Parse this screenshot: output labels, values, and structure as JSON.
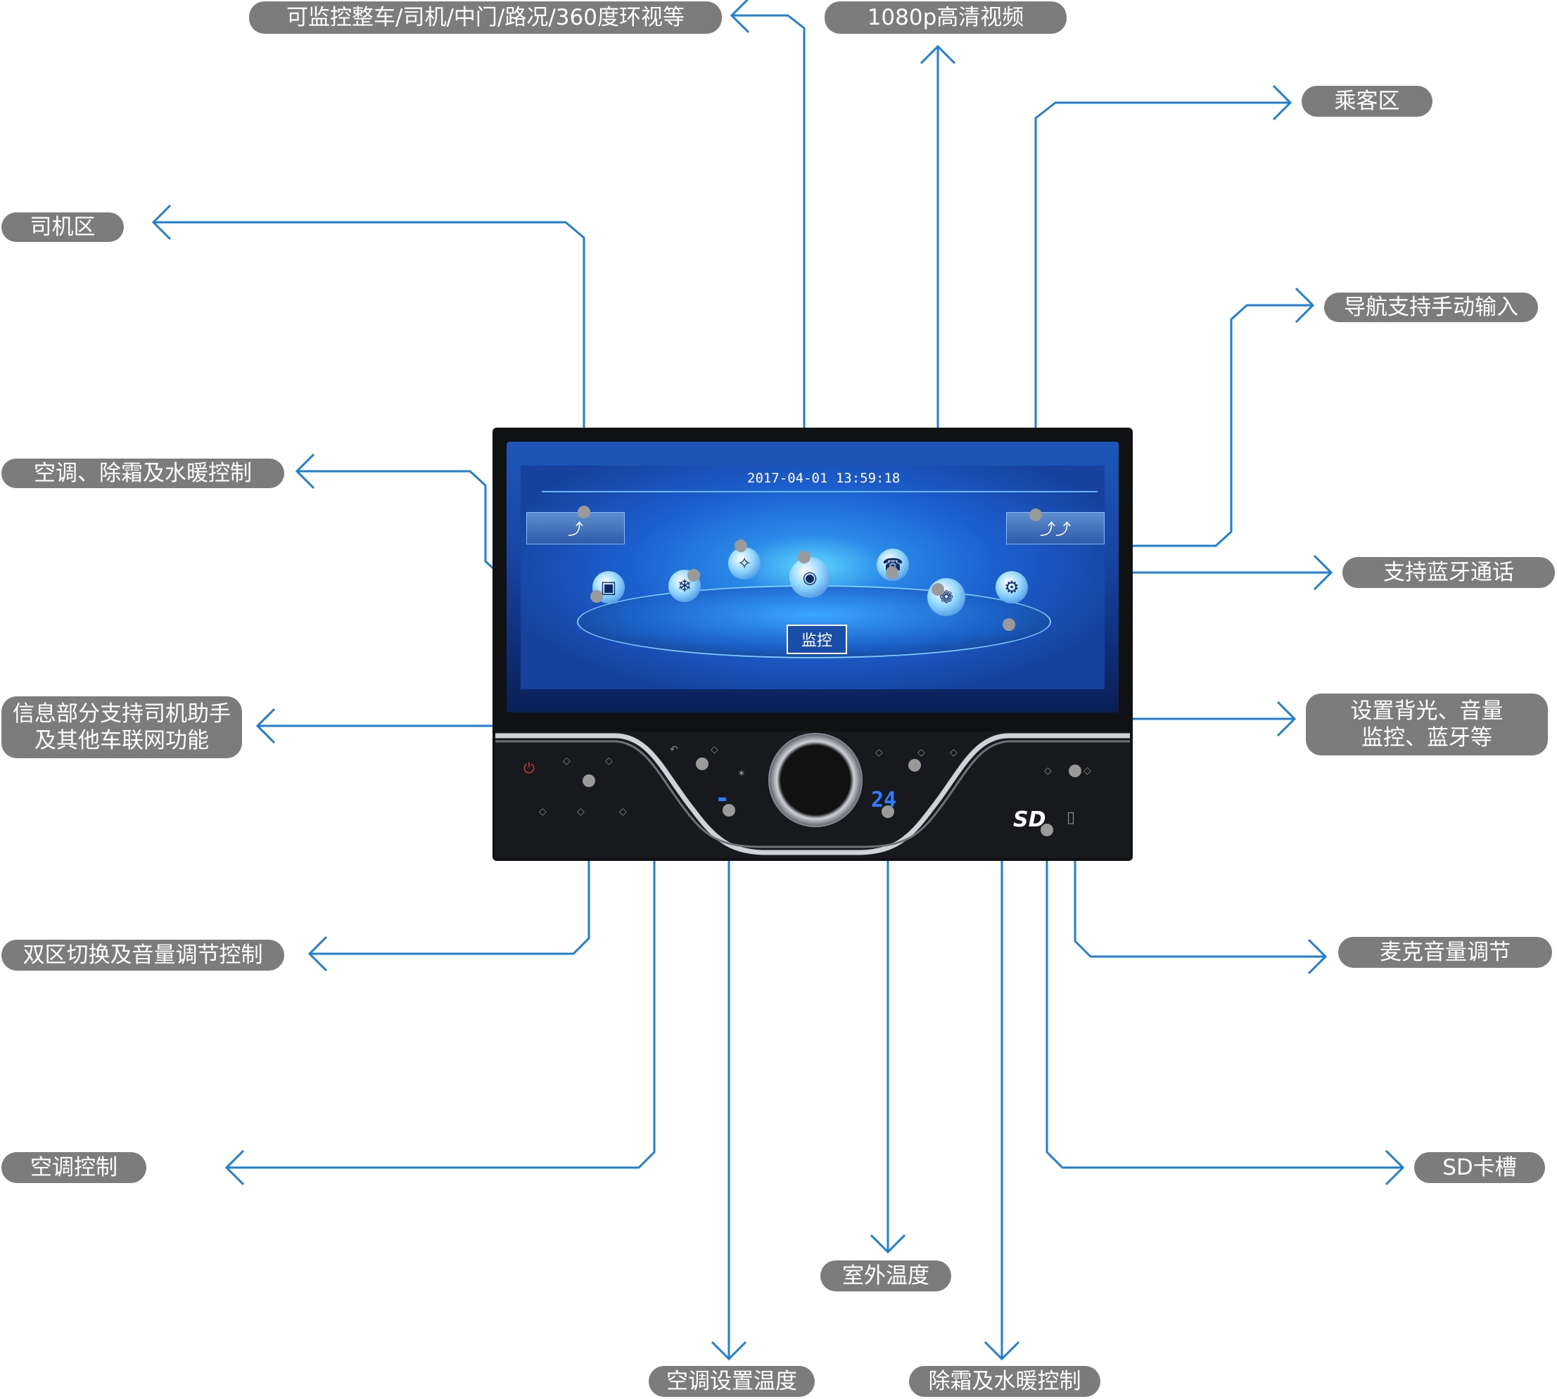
{
  "callouts": {
    "monitor_all": "可监控整车/司机/中门/路况/360度环视等",
    "hd_video": "1080p高清视频",
    "passenger_zone": "乘客区",
    "driver_zone": "司机区",
    "nav_manual": "导航支持手动输入",
    "ac_defrost_heater": "空调、除霜及水暖控制",
    "bluetooth_call": "支持蓝牙通话",
    "info_line1": "信息部分支持司机助手",
    "info_line2": "及其他车联网功能",
    "settings_line1": "设置背光、音量",
    "settings_line2": "监控、蓝牙等",
    "dual_zone_volume": "双区切换及音量调节控制",
    "mic_volume": "麦克音量调节",
    "ac_control": "空调控制",
    "sd_slot": "SD卡槽",
    "outside_temp": "室外温度",
    "ac_set_temp": "空调设置温度",
    "defrost_heater": "除霜及水暖控制"
  },
  "device": {
    "datetime": "2017-04-01  13:59:18",
    "monitor_button": "监控",
    "driver_zone_glyph": "ሪ",
    "passenger_zone_glyph": "ሐ",
    "menu_icons": [
      "info-car-icon",
      "ac-seat-icon",
      "compass-icon",
      "camera-icon",
      "phone-icon",
      "media-reel-icon",
      "gear-icon"
    ],
    "temp_readout": "24",
    "sd_label": "SD"
  },
  "colors": {
    "connector": "#1f7fd0",
    "callout_bg": "#7c7c7c",
    "anchor_dot": "#9a9a9a",
    "screen_blue": "#1a46a6"
  }
}
